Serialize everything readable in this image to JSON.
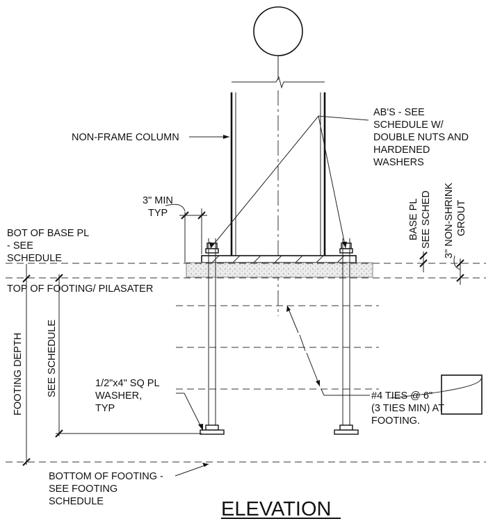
{
  "title": "ELEVATION",
  "labels": {
    "column": "NON-FRAME COLUMN",
    "anchor_bolts": [
      "AB'S - SEE",
      "SCHEDULE W/",
      "DOUBLE NUTS AND",
      "HARDENED",
      "WASHERS"
    ],
    "min_clearance": [
      "3\" MIN",
      "TYP"
    ],
    "bot_base_pl": [
      "BOT OF BASE PL",
      "- SEE",
      "SCHEDULE"
    ],
    "top_footing": "TOP OF FOOTING/ PILASATER",
    "base_pl": [
      "BASE PL",
      "SEE SCHED"
    ],
    "grout": [
      "3\" NON-SHRINK",
      "GROUT"
    ],
    "footing_depth": "FOOTING DEPTH",
    "see_schedule": "SEE SCHEDULE",
    "plate_washer": [
      "1/2\"x4\" SQ PL",
      "WASHER,",
      "TYP"
    ],
    "ties": [
      "#4 TIES @ 6\"",
      "(3 TIES MIN) AT",
      "FOOTING."
    ],
    "bottom_footing": [
      "BOTTOM OF FOOTING -",
      "SEE FOOTING",
      "SCHEDULE"
    ]
  }
}
